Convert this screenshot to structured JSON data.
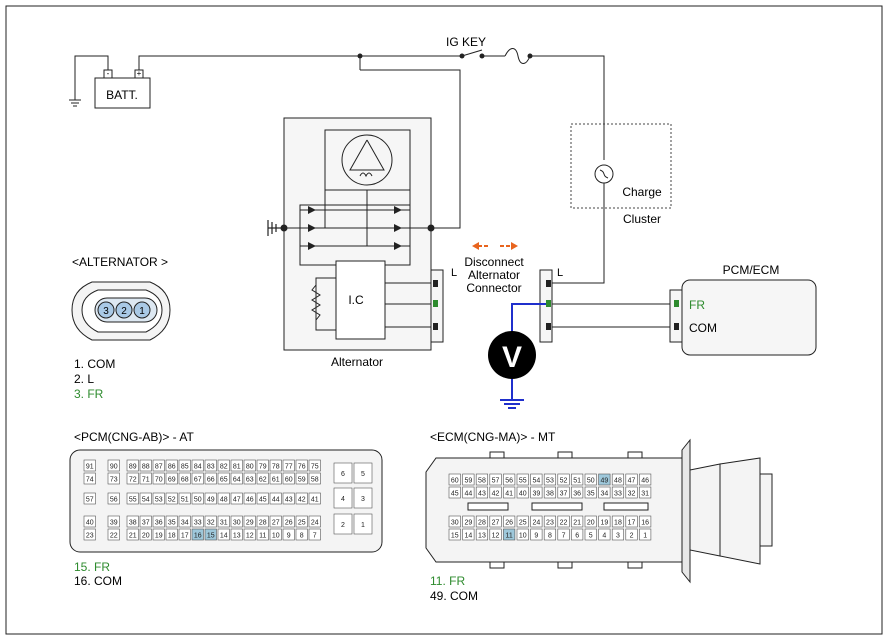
{
  "colors": {
    "frame": "#222222",
    "green": "#2e8b2e",
    "highlight": "#9ec8db",
    "blue": "#1f2fcc",
    "orange": "#e8641e",
    "connector_fill": "#f2f2f2",
    "pin_fill": "#a9c9e6"
  },
  "labels": {
    "ig_key": "IG KEY",
    "batt": "BATT.",
    "batt_neg": "-",
    "batt_pos": "+",
    "alternator": "Alternator",
    "ic": "I.C",
    "alt_term_l": "L",
    "disconnect_1": "Disconnect",
    "disconnect_2": "Alternator",
    "disconnect_3": "Connector",
    "conn_term_l": "L",
    "charge": "Charge",
    "cluster": "Cluster",
    "pcm_ecm": "PCM/ECM",
    "pcm_fr": "FR",
    "pcm_com": "COM",
    "meter": "V"
  },
  "alternator_connector": {
    "title": "<ALTERNATOR >",
    "pins": [
      "3",
      "2",
      "1"
    ],
    "legend": [
      {
        "text": "1. COM",
        "green": false
      },
      {
        "text": "2. L",
        "green": false
      },
      {
        "text": "3. FR",
        "green": true
      }
    ]
  },
  "pcm_connector": {
    "title": "<PCM(CNG-AB)> - AT",
    "rows": [
      [
        "91",
        "90",
        "89",
        "88",
        "87",
        "86",
        "85",
        "84",
        "83",
        "82",
        "81",
        "80",
        "79",
        "78",
        "77",
        "76",
        "75"
      ],
      [
        "74",
        "73",
        "72",
        "71",
        "70",
        "69",
        "68",
        "67",
        "66",
        "65",
        "64",
        "63",
        "62",
        "61",
        "60",
        "59",
        "58"
      ],
      [
        "57",
        "56",
        "55",
        "54",
        "53",
        "52",
        "51",
        "50",
        "49",
        "48",
        "47",
        "46",
        "45",
        "44",
        "43",
        "42",
        "41"
      ],
      [
        "40",
        "39",
        "38",
        "37",
        "36",
        "35",
        "34",
        "33",
        "32",
        "31",
        "30",
        "29",
        "28",
        "27",
        "26",
        "25",
        "24"
      ],
      [
        "23",
        "22",
        "21",
        "20",
        "19",
        "18",
        "17",
        "16",
        "15",
        "14",
        "13",
        "12",
        "11",
        "10",
        "9",
        "8",
        "7"
      ]
    ],
    "side": [
      [
        "6",
        "5"
      ],
      [
        "4",
        "3"
      ],
      [
        "2",
        "1"
      ]
    ],
    "highlighted": [
      "15",
      "16"
    ],
    "legend": [
      {
        "text": "15. FR",
        "green": true
      },
      {
        "text": "16. COM",
        "green": false
      }
    ]
  },
  "ecm_connector": {
    "title": "<ECM(CNG-MA)> - MT",
    "rows": [
      [
        "60",
        "59",
        "58",
        "57",
        "56",
        "55",
        "54",
        "53",
        "52",
        "51",
        "50",
        "49",
        "48",
        "47",
        "46"
      ],
      [
        "45",
        "44",
        "43",
        "42",
        "41",
        "40",
        "39",
        "38",
        "37",
        "36",
        "35",
        "34",
        "33",
        "32",
        "31"
      ],
      [
        "30",
        "29",
        "28",
        "27",
        "26",
        "25",
        "24",
        "23",
        "22",
        "21",
        "20",
        "19",
        "18",
        "17",
        "16"
      ],
      [
        "15",
        "14",
        "13",
        "12",
        "11",
        "10",
        "9",
        "8",
        "7",
        "6",
        "5",
        "4",
        "3",
        "2",
        "1"
      ]
    ],
    "highlighted": [
      "49",
      "11"
    ],
    "legend": [
      {
        "text": "11. FR",
        "green": true
      },
      {
        "text": "49. COM",
        "green": false
      }
    ]
  }
}
